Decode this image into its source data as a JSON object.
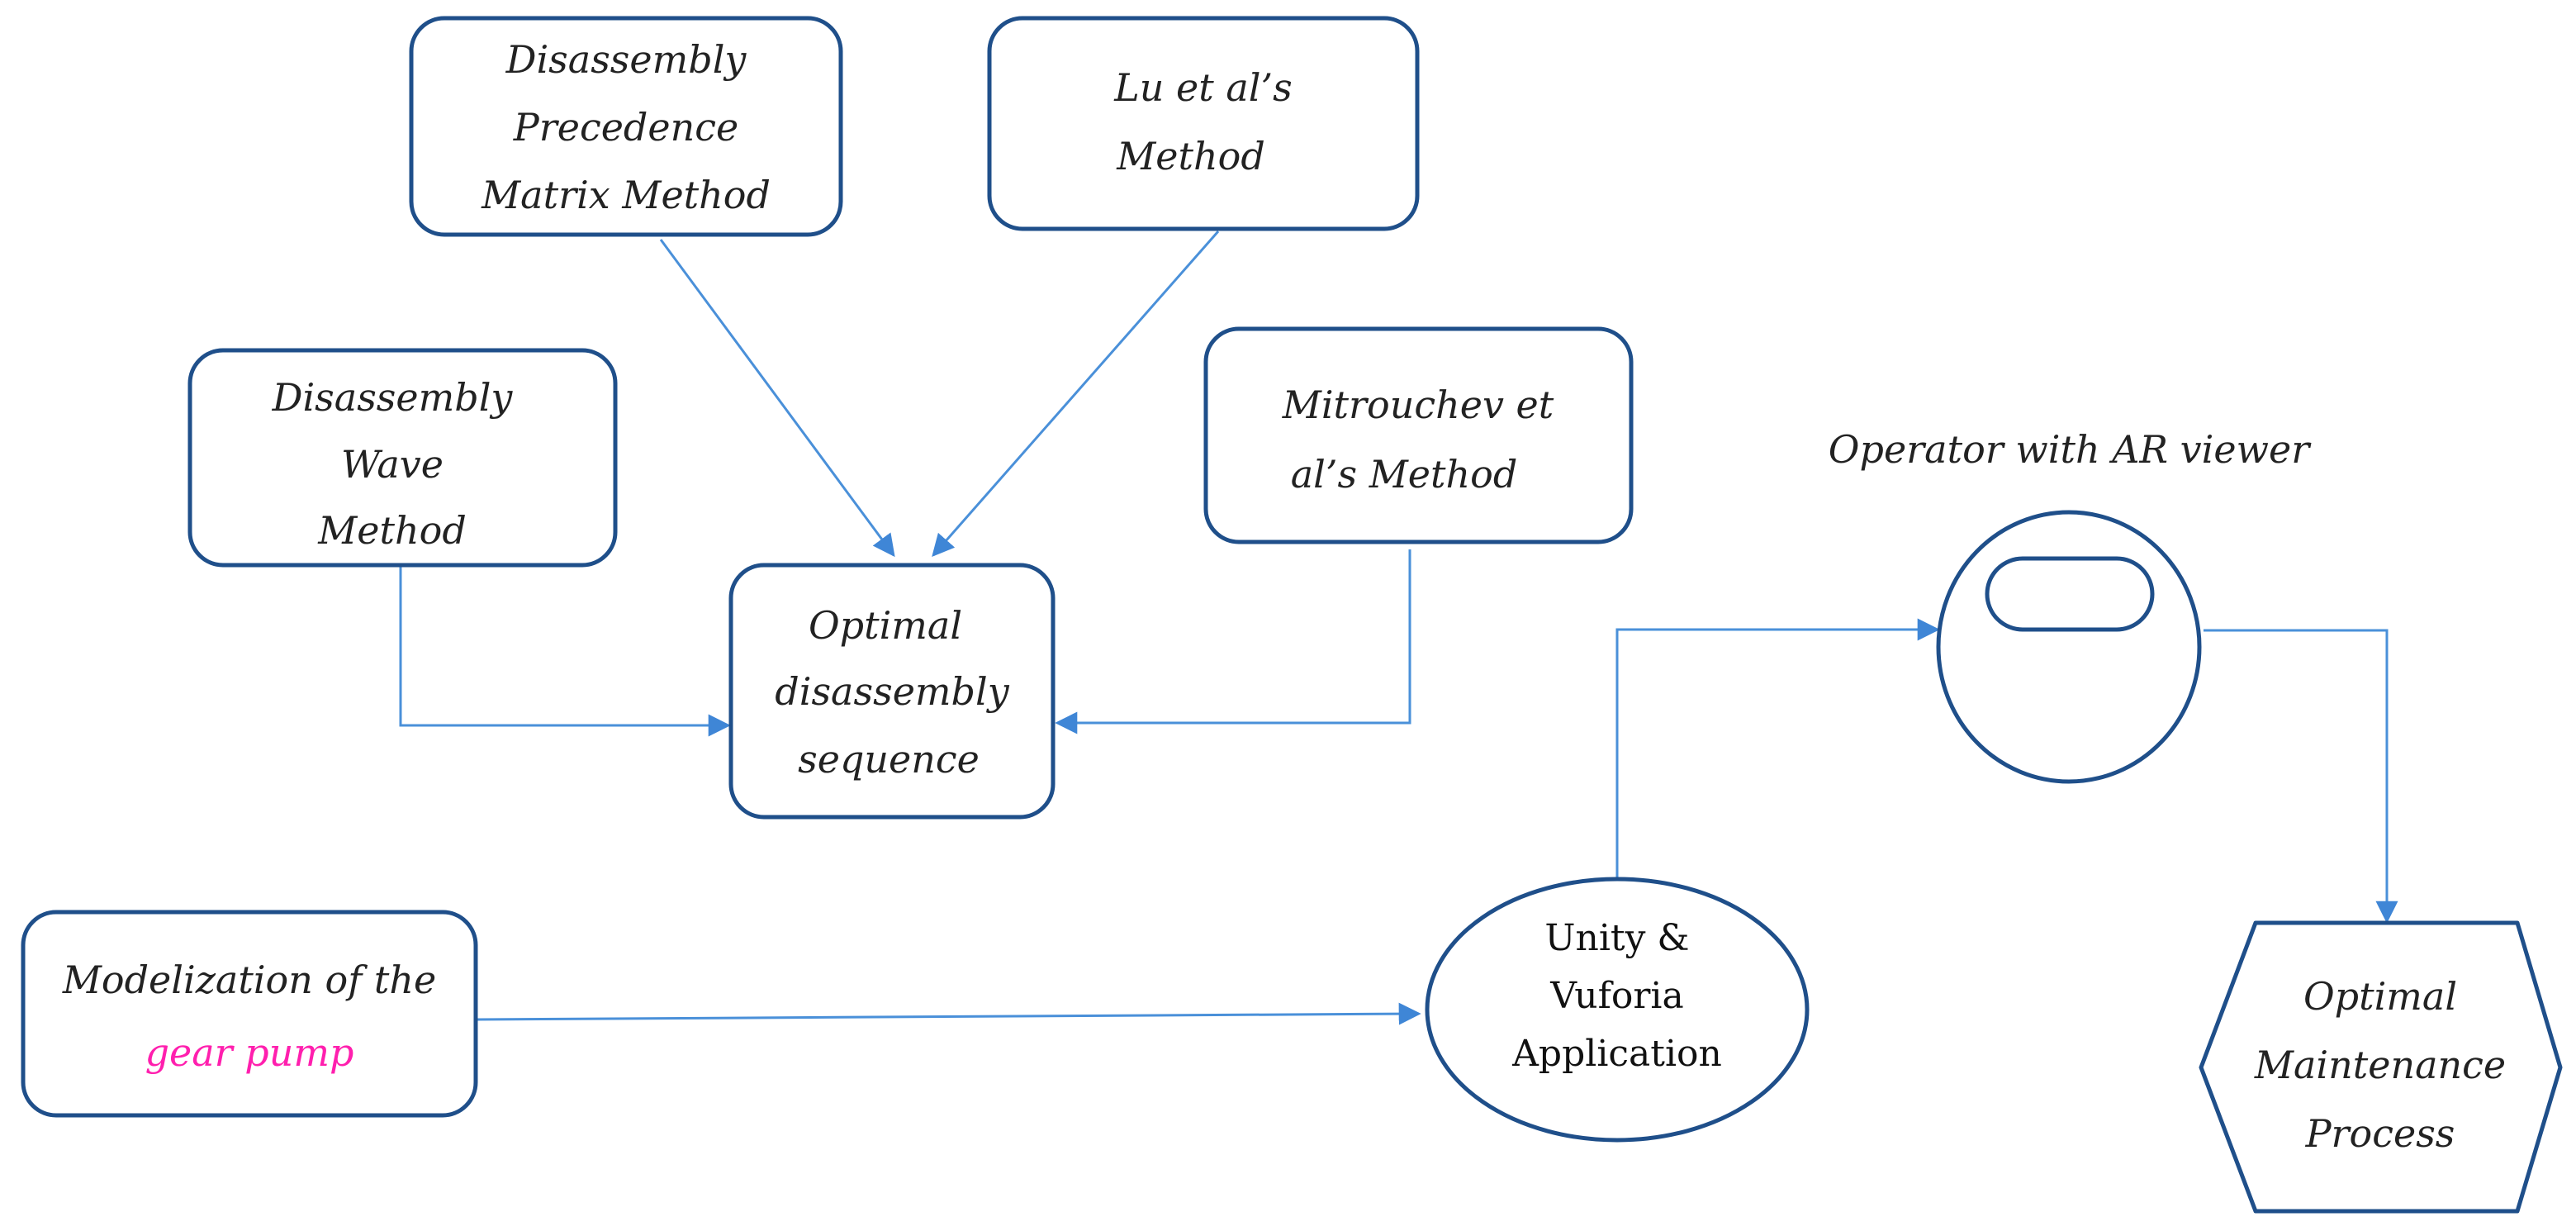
{
  "nodes": {
    "dpm": {
      "lines": [
        "Disassembly",
        "Precedence",
        "Matrix Method"
      ]
    },
    "lu": {
      "lines": [
        "Lu et al’s",
        "Method"
      ]
    },
    "wave": {
      "lines": [
        "Disassembly",
        "Wave",
        "Method"
      ]
    },
    "mitrouchev": {
      "lines": [
        "Mitrouchev et",
        "al’s Method"
      ]
    },
    "optimal_sequence": {
      "lines": [
        "Optimal",
        "disassembly",
        "sequence"
      ]
    },
    "modelization": {
      "line1": "Modelization of the",
      "line2": "gear pump"
    },
    "unity": {
      "lines": [
        "Unity &",
        "Vuforia",
        "Application"
      ]
    },
    "operator": {
      "label": "Operator with AR viewer"
    },
    "maintenance": {
      "lines": [
        "Optimal",
        "Maintenance",
        "Process"
      ]
    }
  },
  "colors": {
    "box_stroke": "#1f4f8a",
    "arrow": "#4a90d9",
    "highlight": "#ff1fae",
    "text": "#222222"
  }
}
